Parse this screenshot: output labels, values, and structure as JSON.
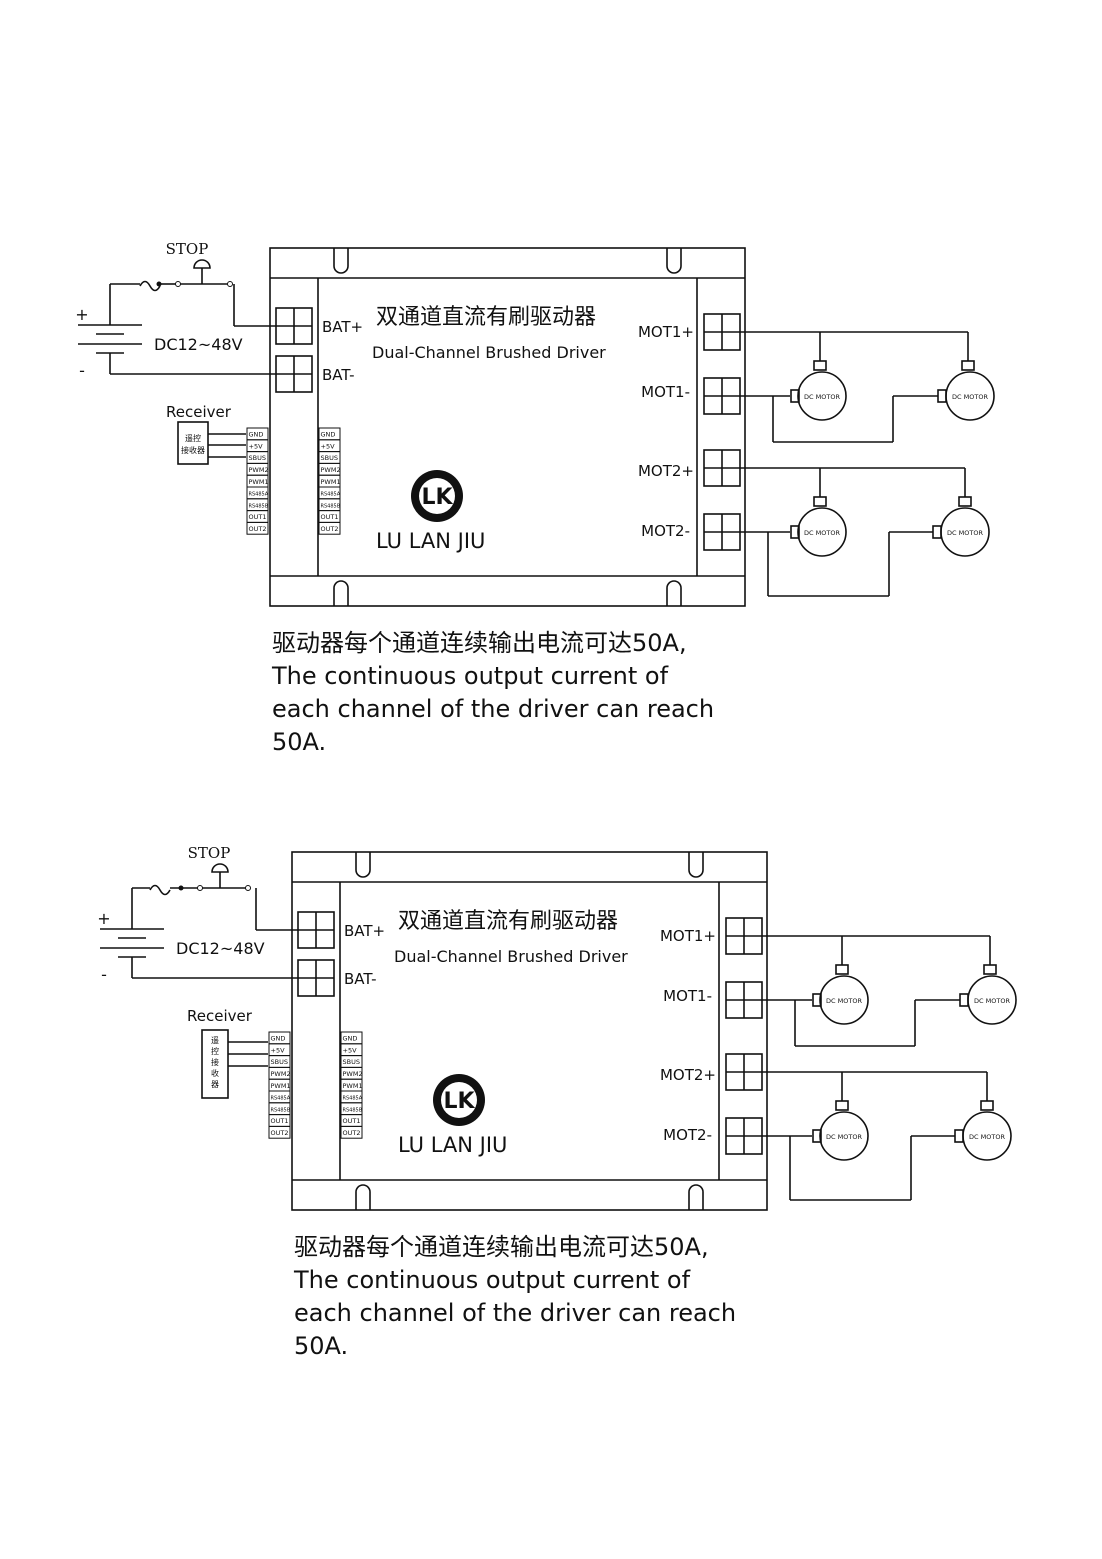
{
  "diagrams": [
    {
      "stop_label": "STOP",
      "battery": {
        "plus": "+",
        "minus": "-",
        "voltage": "DC12~48V"
      },
      "receiver": {
        "title": "Receiver",
        "box_text": [
          "遥控",
          "接收器"
        ]
      },
      "pins_left": [
        "GND",
        "+5V",
        "SBUS",
        "PWM2",
        "PWM1",
        "RS485A",
        "RS485B",
        "OUT1",
        "OUT2"
      ],
      "pins_right": [
        "GND",
        "+5V",
        "SBUS",
        "PWM2",
        "PWM1",
        "RS485A",
        "RS485B",
        "OUT1",
        "OUT2"
      ],
      "driver": {
        "title_cn": "双通道直流有刷驱动器",
        "title_en": "Dual-Channel Brushed Driver",
        "bat_plus": "BAT+",
        "bat_minus": "BAT-",
        "mot1_plus": "MOT1+",
        "mot1_minus": "MOT1-",
        "mot2_plus": "MOT2+",
        "mot2_minus": "MOT2-",
        "logo_letters": "LK",
        "brand": "LU LAN JIU"
      },
      "motor_label": "DC MOTOR",
      "caption": [
        "驱动器每个通道连续输出电流可达50A,",
        "The continuous output current of",
        "each channel of the driver can reach",
        "50A."
      ]
    },
    {
      "stop_label": "STOP",
      "battery": {
        "plus": "+",
        "minus": "-",
        "voltage": "DC12~48V"
      },
      "receiver": {
        "title": "Receiver",
        "box_text": [
          "遥",
          "控",
          "接",
          "收",
          "器"
        ]
      },
      "pins_left": [
        "GND",
        "+5V",
        "SBUS",
        "PWM2",
        "PWM1",
        "RS485A",
        "RS485B",
        "OUT1",
        "OUT2"
      ],
      "pins_right": [
        "GND",
        "+5V",
        "SBUS",
        "PWM2",
        "PWM1",
        "RS485A",
        "RS485B",
        "OUT1",
        "OUT2"
      ],
      "driver": {
        "title_cn": "双通道直流有刷驱动器",
        "title_en": "Dual-Channel Brushed Driver",
        "bat_plus": "BAT+",
        "bat_minus": "BAT-",
        "mot1_plus": "MOT1+",
        "mot1_minus": "MOT1-",
        "mot2_plus": "MOT2+",
        "mot2_minus": "MOT2-",
        "logo_letters": "LK",
        "brand": "LU LAN JIU"
      },
      "motor_label": "DC MOTOR",
      "caption": [
        "驱动器每个通道连续输出电流可达50A,",
        "The continuous output current of",
        "each channel of the driver can reach",
        "50A."
      ]
    }
  ]
}
